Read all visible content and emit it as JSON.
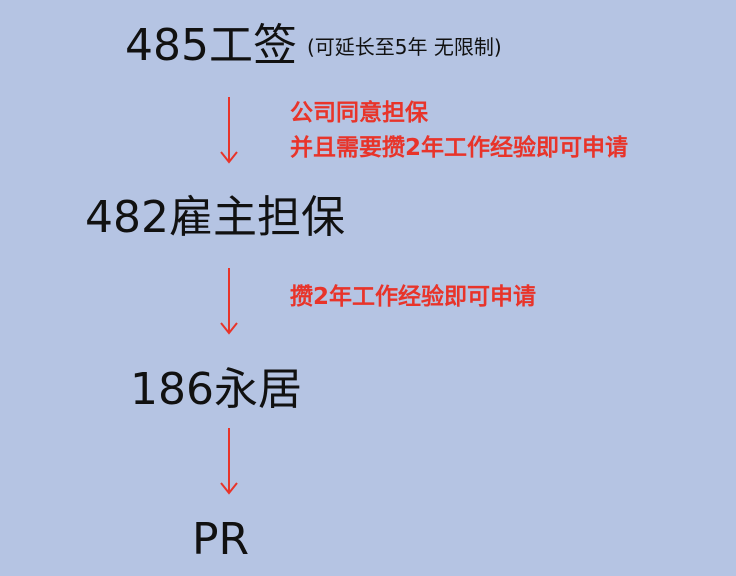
{
  "nodes": [
    {
      "label": "485工签",
      "note": "(可延长至5年 无限制)"
    },
    {
      "label": "482雇主担保"
    },
    {
      "label": "186永居"
    },
    {
      "label": "PR"
    }
  ],
  "transitions": [
    {
      "lines": [
        "公司同意担保",
        "并且需要攒2年工作经验即可申请"
      ]
    },
    {
      "lines": [
        "攒2年工作经验即可申请"
      ]
    }
  ],
  "colors": {
    "background": "#b5c4e3",
    "arrow": "#e8342a",
    "note": "#e8342a"
  }
}
